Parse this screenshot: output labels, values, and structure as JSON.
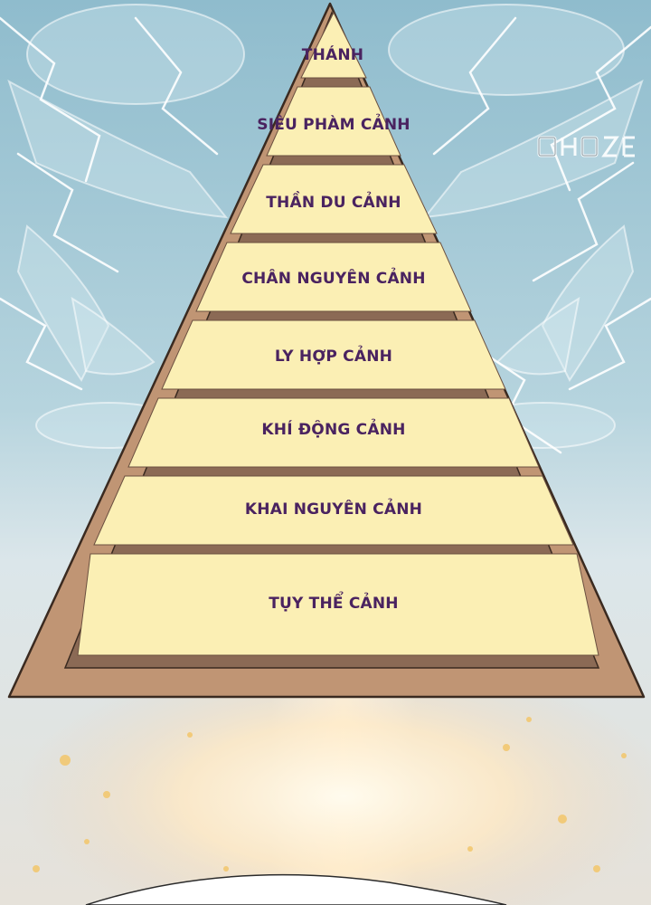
{
  "pyramid": {
    "tiers": [
      {
        "label": "THÁNH"
      },
      {
        "label": "SIÊU PHÀM CẢNH"
      },
      {
        "label": "THẦN DU CẢNH"
      },
      {
        "label": "CHÂN NGUYÊN CẢNH"
      },
      {
        "label": "LY HỢP CẢNH"
      },
      {
        "label": "KHÍ ĐỘNG CẢNH"
      },
      {
        "label": "KHAI NGUYÊN CẢNH"
      },
      {
        "label": "TỤY THỂ CẢNH"
      }
    ]
  },
  "colors": {
    "frame": "#c09574",
    "frame_stroke": "#3a2a20",
    "tier_fill": "#fbefb4",
    "tier_divider": "#6b5040",
    "label": "#4a2360",
    "sky_top": "#a9cbd8",
    "sky_bottom": "#e8eef0",
    "glow": "#fff4d6",
    "lightning": "#ffffff"
  }
}
